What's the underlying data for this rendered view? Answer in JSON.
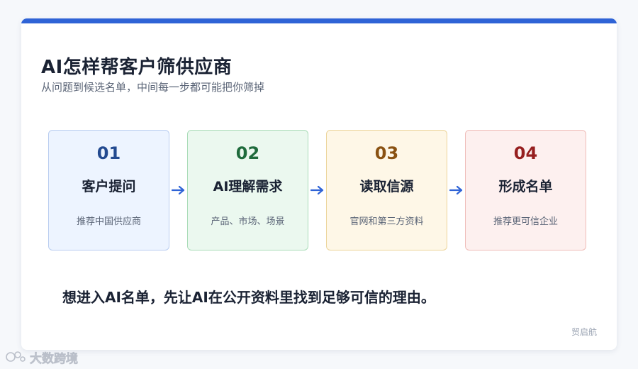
{
  "title": "AI怎样帮客户筛供应商",
  "subtitle": "从问题到候选名单，中间每一步都可能把你筛掉",
  "steps": [
    {
      "number": "01",
      "heading": "客户提问",
      "description": "推荐中国供应商"
    },
    {
      "number": "02",
      "heading": "AI理解需求",
      "description": "产品、市场、场景"
    },
    {
      "number": "03",
      "heading": "读取信源",
      "description": "官网和第三方资料"
    },
    {
      "number": "04",
      "heading": "形成名单",
      "description": "推荐更可信企业"
    }
  ],
  "tagline": "想进入AI名单，先让AI在公开资料里找到足够可信的理由。",
  "brand": "贸启航",
  "watermark": "大数跨境",
  "colors": {
    "accent": "#2f63d6",
    "arrow": "#2f63d6",
    "step1": "#234a90",
    "step2": "#1f6b3c",
    "step3": "#8a5212",
    "step4": "#961f1f"
  },
  "icons": {
    "connector": "arrow-right-icon",
    "watermark_logo": "watermark-logo-icon"
  }
}
